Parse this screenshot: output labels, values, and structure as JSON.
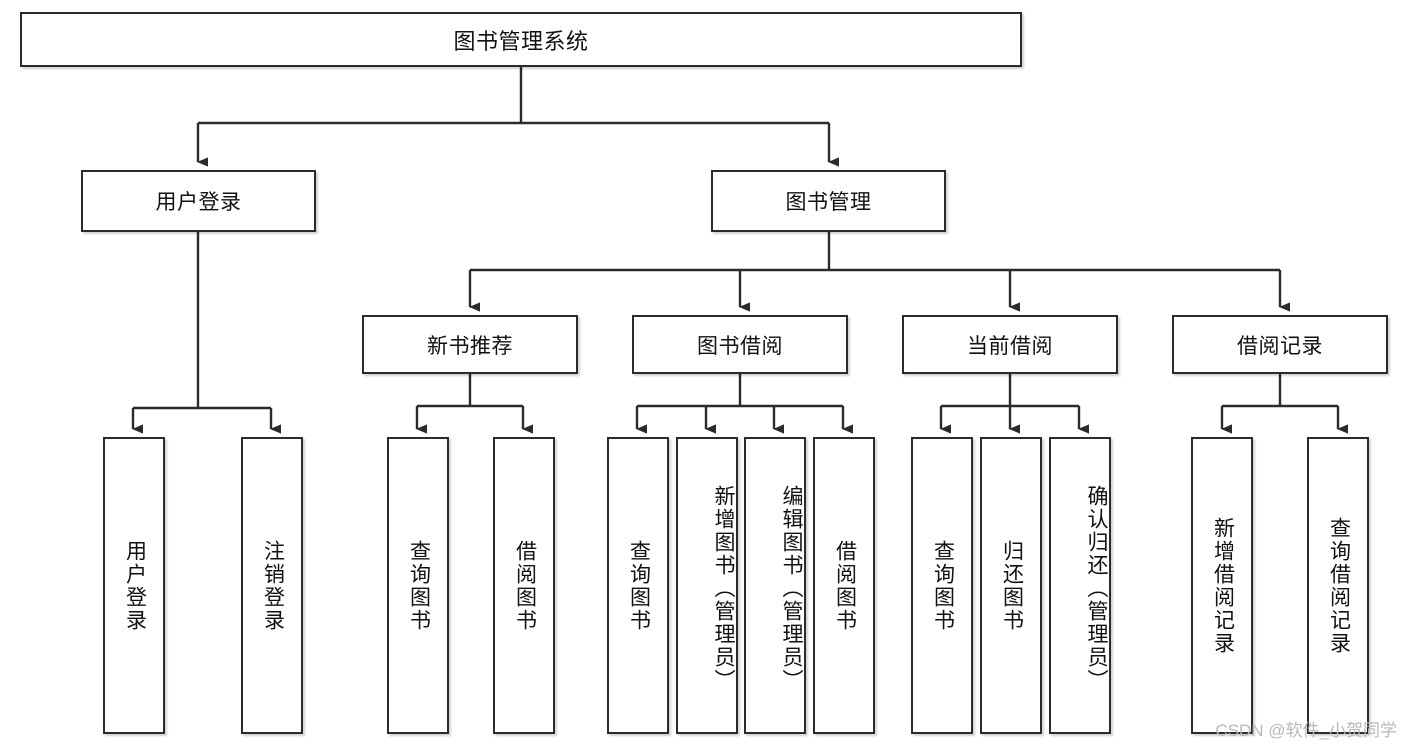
{
  "diagram": {
    "title": "图书管理系统",
    "watermark": "CSDN @软件_小贺同学",
    "stroke_color": "#2b2b2b",
    "background_color": "#ffffff",
    "text_color": "#111111"
  },
  "nodes": {
    "root": {
      "label": "图书管理系统"
    },
    "level2": [
      {
        "label": "用户登录"
      },
      {
        "label": "图书管理"
      }
    ],
    "level3": [
      {
        "label": "新书推荐"
      },
      {
        "label": "图书借阅"
      },
      {
        "label": "当前借阅"
      },
      {
        "label": "借阅记录"
      }
    ],
    "leaves_user_login": [
      {
        "label": "用户登录"
      },
      {
        "label": "注销登录"
      }
    ],
    "leaves_new_book": [
      {
        "label": "查询图书"
      },
      {
        "label": "借阅图书"
      }
    ],
    "leaves_borrow": [
      {
        "label": "查询图书"
      },
      {
        "label": "新增图书（管理员）"
      },
      {
        "label": "编辑图书（管理员）"
      },
      {
        "label": "借阅图书"
      }
    ],
    "leaves_current": [
      {
        "label": "查询图书"
      },
      {
        "label": "归还图书"
      },
      {
        "label": "确认归还（管理员）"
      }
    ],
    "leaves_record": [
      {
        "label": "新增借阅记录"
      },
      {
        "label": "查询借阅记录"
      }
    ]
  }
}
